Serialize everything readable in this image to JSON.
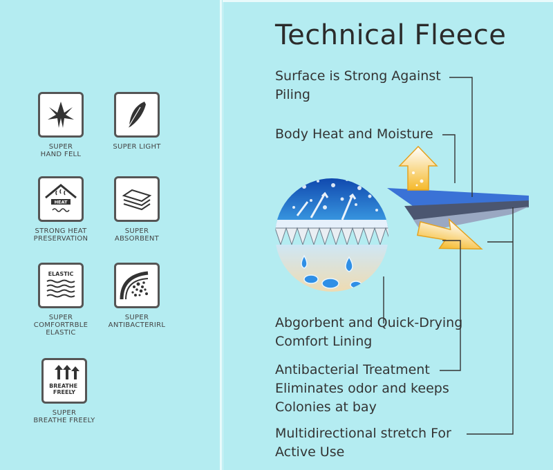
{
  "title": "Technical Fleece",
  "icons": [
    {
      "name": "hand-feel",
      "icon": "hand-feel-icon",
      "label": "SUPER\nHAND FELL"
    },
    {
      "name": "light",
      "icon": "feather-icon",
      "label": "SUPER LIGHT"
    },
    {
      "name": "heat-preservation",
      "icon": "heat-icon",
      "label": "STRONG HEAT\nPRESERVATION",
      "inner_text": "HEAT"
    },
    {
      "name": "absorbent",
      "icon": "absorbent-layers-icon",
      "label": "SUPER\nABSORBENT"
    },
    {
      "name": "elastic",
      "icon": "elastic-icon",
      "label": "SUPER\nCOMFORTRBLE\nELASTIC",
      "inner_text": "ELASTIC"
    },
    {
      "name": "antibacterial",
      "icon": "antibacterial-icon",
      "label": "SUPER\nANTIBACTERIRL"
    },
    {
      "name": "breathe",
      "icon": "breathe-arrows-icon",
      "label": "SUPER\nBREATHE FREELY",
      "inner_text": "BREATHE\nFREELY"
    }
  ],
  "features": [
    {
      "name": "surface",
      "text": "Surface is Strong Against\nPiling"
    },
    {
      "name": "body-heat",
      "text": "Body Heat and Moisture"
    },
    {
      "name": "absorbent",
      "text": "Abgorbent and Quick-Drying\nComfort Lining"
    },
    {
      "name": "antibacterial",
      "text": "Antibacterial Treatment\nEliminates odor and keeps\nColonies at bay"
    },
    {
      "name": "stretch",
      "text": "Multidirectional stretch For\nActive Use"
    }
  ],
  "colors": {
    "background": "#b4ecf1",
    "icon_border": "#555555",
    "fabric_blue": "#1f5fbf",
    "fabric_dark": "#4a5a78",
    "arrow_yellow": "#f5c542",
    "lining_sand": "#f1d9a8"
  }
}
